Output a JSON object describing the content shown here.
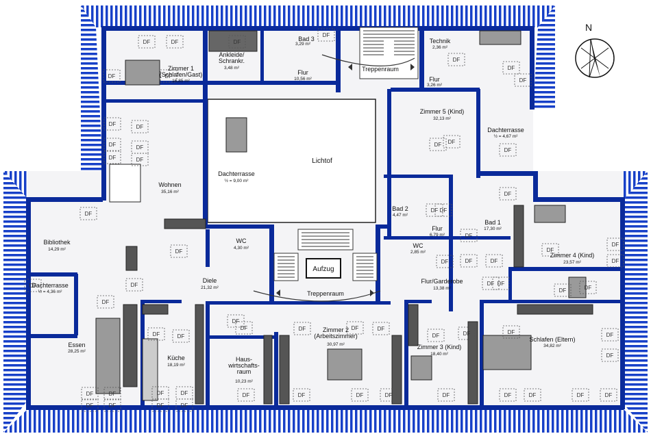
{
  "colors": {
    "wall": "#0a2a9a",
    "roof_stripe": "#1740c8",
    "floor": "#f4f4f6",
    "furniture": "#333333"
  },
  "compass": {
    "label": "N"
  },
  "rooms": [
    {
      "id": "ankleide",
      "name": "Ankleide/\nSchrankr.",
      "area": "3,48 m²"
    },
    {
      "id": "bad3",
      "name": "Bad 3",
      "area": "3,29 m²"
    },
    {
      "id": "flur-top",
      "name": "Flur",
      "area": "10,56 m²"
    },
    {
      "id": "treppenraum-top",
      "name": "Treppenraum",
      "area": ""
    },
    {
      "id": "technik",
      "name": "Technik",
      "area": "2,36 m²"
    },
    {
      "id": "flur-small",
      "name": "Flur",
      "area": "3,26 m²"
    },
    {
      "id": "zimmer1",
      "name": "Zimmer 1\n(Schlafen/Gast)",
      "area": "16,85 m²"
    },
    {
      "id": "zimmer5",
      "name": "Zimmer 5 (Kind)",
      "area": "32,13 m²"
    },
    {
      "id": "dachterrasse-right",
      "name": "Dachterrasse",
      "area": "½ = 4,67 m²"
    },
    {
      "id": "dachterrasse-mid",
      "name": "Dachterrasse",
      "area": "½ = 9,00 m²"
    },
    {
      "id": "lichtof",
      "name": "Lichtof",
      "area": ""
    },
    {
      "id": "wohnen",
      "name": "Wohnen",
      "area": "35,16 m²"
    },
    {
      "id": "bibliothek",
      "name": "Bibliothek",
      "area": "14,29 m²"
    },
    {
      "id": "bad2",
      "name": "Bad 2",
      "area": "4,47 m²"
    },
    {
      "id": "flur-mid",
      "name": "Flur",
      "area": "6,79 m²"
    },
    {
      "id": "bad1",
      "name": "Bad 1",
      "area": "17,30 m²"
    },
    {
      "id": "wc-mid",
      "name": "WC",
      "area": "4,30 m²"
    },
    {
      "id": "wc-small",
      "name": "WC",
      "area": "2,85 m²"
    },
    {
      "id": "zimmer4",
      "name": "Zimmer 4 (Kind)",
      "area": "23,57 m²"
    },
    {
      "id": "aufzug",
      "name": "Aufzug",
      "area": ""
    },
    {
      "id": "dachterrasse-left",
      "name": "Dachterrasse",
      "area": "½ = 4,36 m²"
    },
    {
      "id": "diele",
      "name": "Diele",
      "area": "21,32 m²"
    },
    {
      "id": "treppenraum-mid",
      "name": "Treppenraum",
      "area": ""
    },
    {
      "id": "flur-garderobe",
      "name": "Flur/Garderobe",
      "area": "13,38 m²"
    },
    {
      "id": "essen",
      "name": "Essen",
      "area": "28,25 m²"
    },
    {
      "id": "kueche",
      "name": "Küche",
      "area": "18,19 m²"
    },
    {
      "id": "hauswirtschaft",
      "name": "Haus-\nwirtschafts-\nraum",
      "area": "10,23 m²"
    },
    {
      "id": "zimmer2",
      "name": "Zimmer 2\n(Arbeitszimmer)",
      "area": "30,97 m²"
    },
    {
      "id": "zimmer3",
      "name": "Zimmer 3 (Kind)",
      "area": "18,40 m²"
    },
    {
      "id": "schlafen",
      "name": "Schlafen (Eltern)",
      "area": "34,82 m²"
    }
  ],
  "skylight_label": "DF",
  "skylight_count": 66
}
